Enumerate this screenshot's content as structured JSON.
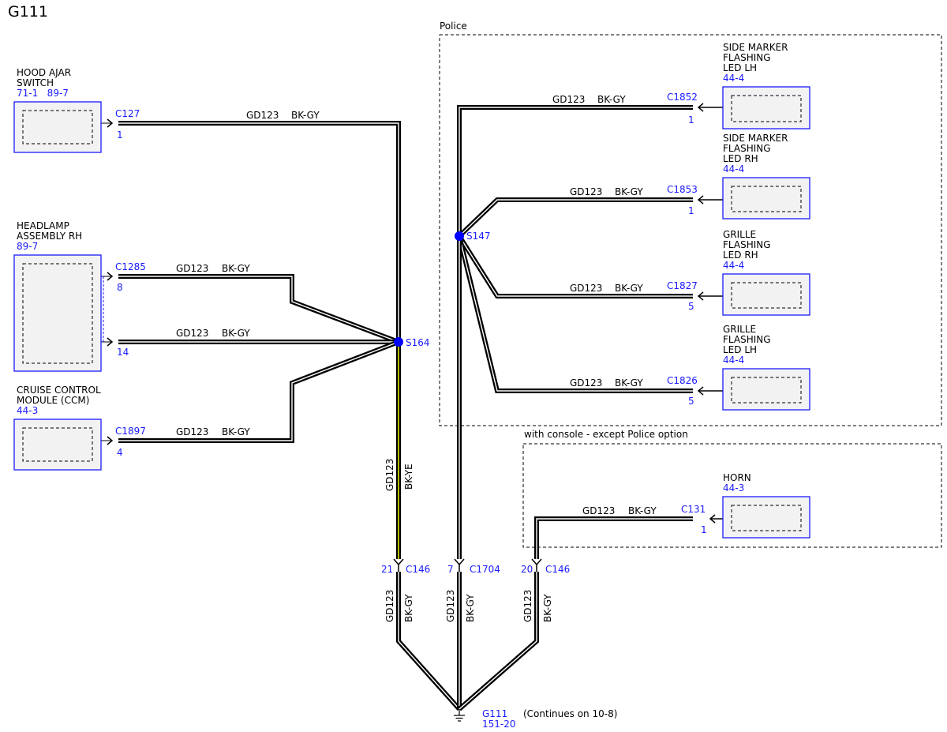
{
  "title": "G111",
  "regions": {
    "police": "Police",
    "console": "with console - except Police option"
  },
  "components": {
    "hood": {
      "name": [
        "HOOD AJAR",
        "SWITCH"
      ],
      "refs": "71-1   89-7"
    },
    "headlamp": {
      "name": [
        "HEADLAMP",
        "ASSEMBLY RH"
      ],
      "refs": "89-7"
    },
    "cruise": {
      "name": [
        "CRUISE CONTROL",
        "MODULE (CCM)"
      ],
      "refs": "44-3"
    },
    "smlh": {
      "name": [
        "SIDE MARKER",
        "FLASHING",
        "LED LH"
      ],
      "refs": "44-4"
    },
    "smrh": {
      "name": [
        "SIDE MARKER",
        "FLASHING",
        "LED RH"
      ],
      "refs": "44-4"
    },
    "grrh": {
      "name": [
        "GRILLE",
        "FLASHING",
        "LED RH"
      ],
      "refs": "44-4"
    },
    "grlh": {
      "name": [
        "GRILLE",
        "FLASHING",
        "LED LH"
      ],
      "refs": "44-4"
    },
    "horn": {
      "name": [
        "HORN"
      ],
      "refs": "44-3"
    }
  },
  "connectors": {
    "c127": {
      "id": "C127",
      "pin": "1"
    },
    "c1285a": {
      "id": "C1285",
      "pin": "8"
    },
    "c1285b": {
      "id": "",
      "pin": "14"
    },
    "c1897": {
      "id": "C1897",
      "pin": "4"
    },
    "c1852": {
      "id": "C1852",
      "pin": "1"
    },
    "c1853": {
      "id": "C1853",
      "pin": "1"
    },
    "c1827": {
      "id": "C1827",
      "pin": "5"
    },
    "c1826": {
      "id": "C1826",
      "pin": "5"
    },
    "c131": {
      "id": "C131",
      "pin": "1"
    },
    "c146a": {
      "id": "C146",
      "pin": "21"
    },
    "c1704": {
      "id": "C1704",
      "pin": "7"
    },
    "c146b": {
      "id": "C146",
      "pin": "20"
    }
  },
  "splices": {
    "s164": "S164",
    "s147": "S147"
  },
  "wires": {
    "circuit": "GD123",
    "color_bkgy": "BK-GY",
    "color_bkye": "BK-YE"
  },
  "ground": {
    "name": "G111",
    "ref": "151-20",
    "note": "(Continues on 10-8)"
  },
  "colors": {
    "blue_text": "#1a1aff",
    "wire": "#000000",
    "wire_core": "#ffffff",
    "wire_yellow": "#e6e600",
    "component_fill": "#f2f2f2"
  }
}
